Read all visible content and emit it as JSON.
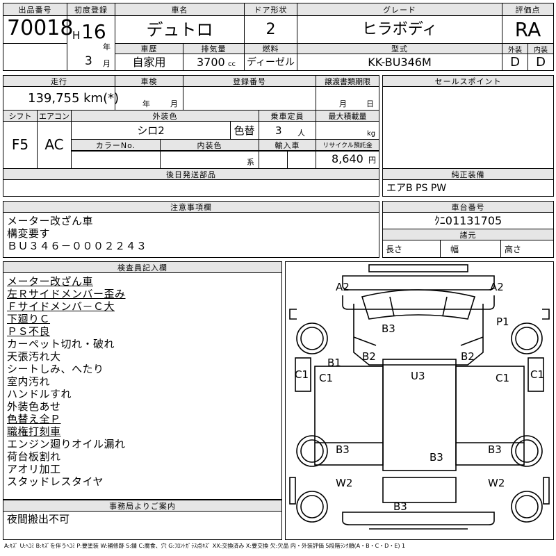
{
  "header": {
    "lot_label": "出品番号",
    "lot_number": "70018",
    "first_reg_label": "初度登録",
    "era": "H",
    "year": "16",
    "year_unit": "年",
    "month": "3",
    "month_unit": "月",
    "car_name_label": "車名",
    "car_name": "デュトロ",
    "door_label": "ドア形状",
    "doors": "2",
    "grade_label": "グレード",
    "grade": "ヒラボディ",
    "score_label": "評価点",
    "score": "RA",
    "history_label": "車歴",
    "history": "自家用",
    "displacement_label": "排気量",
    "displacement": "3700",
    "displacement_unit": "cc",
    "fuel_label": "燃料",
    "fuel": "ディーゼル",
    "model_label": "型式",
    "model": "KK-BU346M",
    "exterior_label": "外装",
    "exterior": "D",
    "interior_label": "内装",
    "interior": "D"
  },
  "row2": {
    "mileage_label": "走行",
    "mileage": "139,755 km(*)",
    "inspection_label": "車検",
    "insp_year_unit": "年",
    "insp_month_unit": "月",
    "reg_label": "登録番号",
    "transfer_label": "譲渡書類期限",
    "transfer_month_unit": "月",
    "transfer_day_unit": "日",
    "sales_label": "セールスポイント"
  },
  "row3": {
    "shift_label": "シフト",
    "shift": "F5",
    "ac_label": "エアコン",
    "ac": "AC",
    "ext_color_label": "外装色",
    "ext_color": "シロ2",
    "repaint_label": "色替",
    "capacity_label": "乗車定員",
    "capacity": "3",
    "capacity_unit": "人",
    "load_label": "最大積載量",
    "load_unit": "kg",
    "color_no_label": "カラーNo.",
    "int_color_label": "内装色",
    "int_color_unit": "系",
    "import_label": "輸入車",
    "recycle_label": "リサイクル預託金",
    "recycle": "8,640",
    "recycle_unit": "円"
  },
  "parts": {
    "label": "後日発送部品"
  },
  "equipment": {
    "label": "純正装備",
    "value": "エアB PS PW"
  },
  "notes": {
    "label": "注意事項欄",
    "lines": [
      "メーター改ざん車",
      "構変要す",
      "ＢＵ３４６－０００２２４３"
    ]
  },
  "chassis": {
    "label": "車台番号",
    "value": "ｸﾆ01131705",
    "spec_label": "諸元",
    "length_label": "長さ",
    "width_label": "幅",
    "height_label": "高さ"
  },
  "inspector": {
    "label": "検査員記入欄",
    "lines": [
      {
        "text": "メーター改ざん車",
        "u": true
      },
      {
        "text": "左Ｒサイドメンバー歪み",
        "u": true
      },
      {
        "text": "Ｆサイドメンバ－Ｃ大",
        "u": true
      },
      {
        "text": "下廻りＣ",
        "u": true
      },
      {
        "text": "ＰＳ不良",
        "u": true
      },
      {
        "text": "カーペット切れ・破れ",
        "u": false
      },
      {
        "text": "天張汚れ大",
        "u": false
      },
      {
        "text": "シートしみ、へたり",
        "u": false
      },
      {
        "text": "室内汚れ",
        "u": false
      },
      {
        "text": "ハンドルすれ",
        "u": false
      },
      {
        "text": "外装色あせ",
        "u": false
      },
      {
        "text": "色替え全Ｐ",
        "u": true
      },
      {
        "text": "職権打刻車",
        "u": true
      },
      {
        "text": "エンジン廻りオイル漏れ",
        "u": false
      },
      {
        "text": "荷台板割れ",
        "u": false
      },
      {
        "text": "アオリ加工",
        "u": false
      },
      {
        "text": "スタッドレスタイヤ",
        "u": false
      }
    ]
  },
  "office": {
    "label": "事務局よりご案内",
    "text": "夜間搬出不可"
  },
  "diagram": {
    "marks": [
      "A2",
      "A2",
      "B3",
      "P1",
      "B1",
      "B2",
      "B2",
      "C1",
      "C1",
      "U3",
      "C1",
      "C1",
      "B3",
      "B3",
      "B3",
      "W2",
      "W2",
      "B3"
    ]
  },
  "legend": "A:ｷｽﾞ U:ﾍｺﾐ B:ｷｽﾞを伴うﾍｺﾐ P:要塗装 W:補修跡 S:錆 C:腐食、穴 G:ﾌﾛﾝﾄｶﾞﾗｽ点ｷｽﾞ XX:交換済み X:要交換 欠:欠品 内・外装評価 5段階ﾗﾝｸ順(A・B・C・D・E) 1"
}
